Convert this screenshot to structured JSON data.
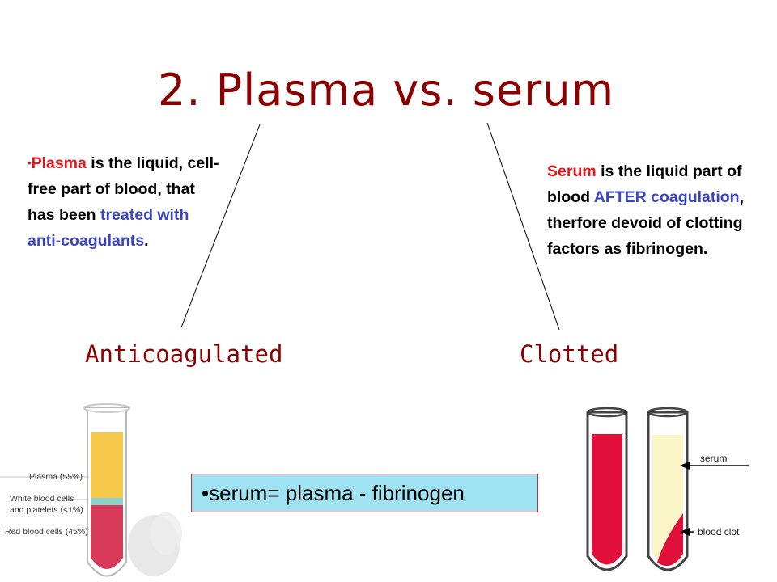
{
  "title": "2.  Plasma vs. serum",
  "plasma_block": {
    "bullet": "•",
    "word": "Plasma",
    "text1": " is the liquid, cell-free part of blood, that has been ",
    "highlight": "treated with anti-coagulants",
    "end": "."
  },
  "serum_block": {
    "word": "Serum",
    "text1": " is the liquid part of blood ",
    "highlight": "AFTER coagulation",
    "text2": ", therfore devoid of clotting factors as fibrinogen."
  },
  "labels": {
    "anticoagulated": "Anticoagulated",
    "clotted": "Clotted"
  },
  "formula": "•serum= plasma - fibrinogen",
  "left_figure": {
    "plasma": "Plasma (55%)",
    "wbc_line1": "White blood cells",
    "wbc_line2": "and platelets (<1%)",
    "rbc": "Red blood cells (45%)"
  },
  "right_figure": {
    "serum": "serum",
    "clot": "blood clot"
  },
  "colors": {
    "title": "#8b0000",
    "highlight_red": "#e8141b",
    "highlight_blue": "#3b44c6",
    "formula_bg": "#9fe2f2",
    "blood": "#e0103a",
    "plasma_yellow": "#f5c64a",
    "serum_pale": "#fbf6c8"
  }
}
